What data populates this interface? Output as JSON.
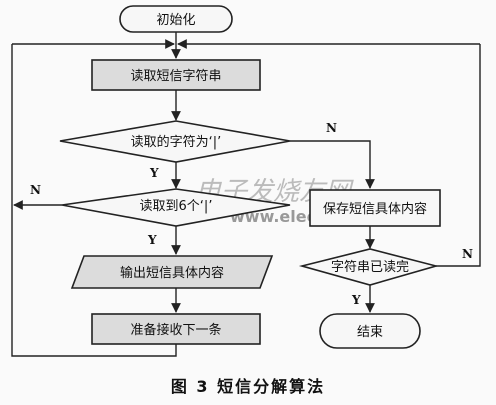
{
  "nodes": {
    "init": "初始化",
    "read_string": "读取短信字符串",
    "check_char": "读取的字符为‘|’",
    "check_six": "读取到6个‘|’",
    "save_content": "保存短信具体内容",
    "output_content": "输出短信具体内容",
    "string_done": "字符串已读完",
    "prepare_next": "准备接收下一条",
    "end": "结束"
  },
  "edges": {
    "char_yes": "Y",
    "char_no": "N",
    "six_yes": "Y",
    "six_no": "N",
    "done_yes": "Y",
    "done_no": "N"
  },
  "caption": "图 3   短信分解算法",
  "watermark": {
    "text": "电子发烧友网",
    "url": "www.elecfans.com"
  }
}
